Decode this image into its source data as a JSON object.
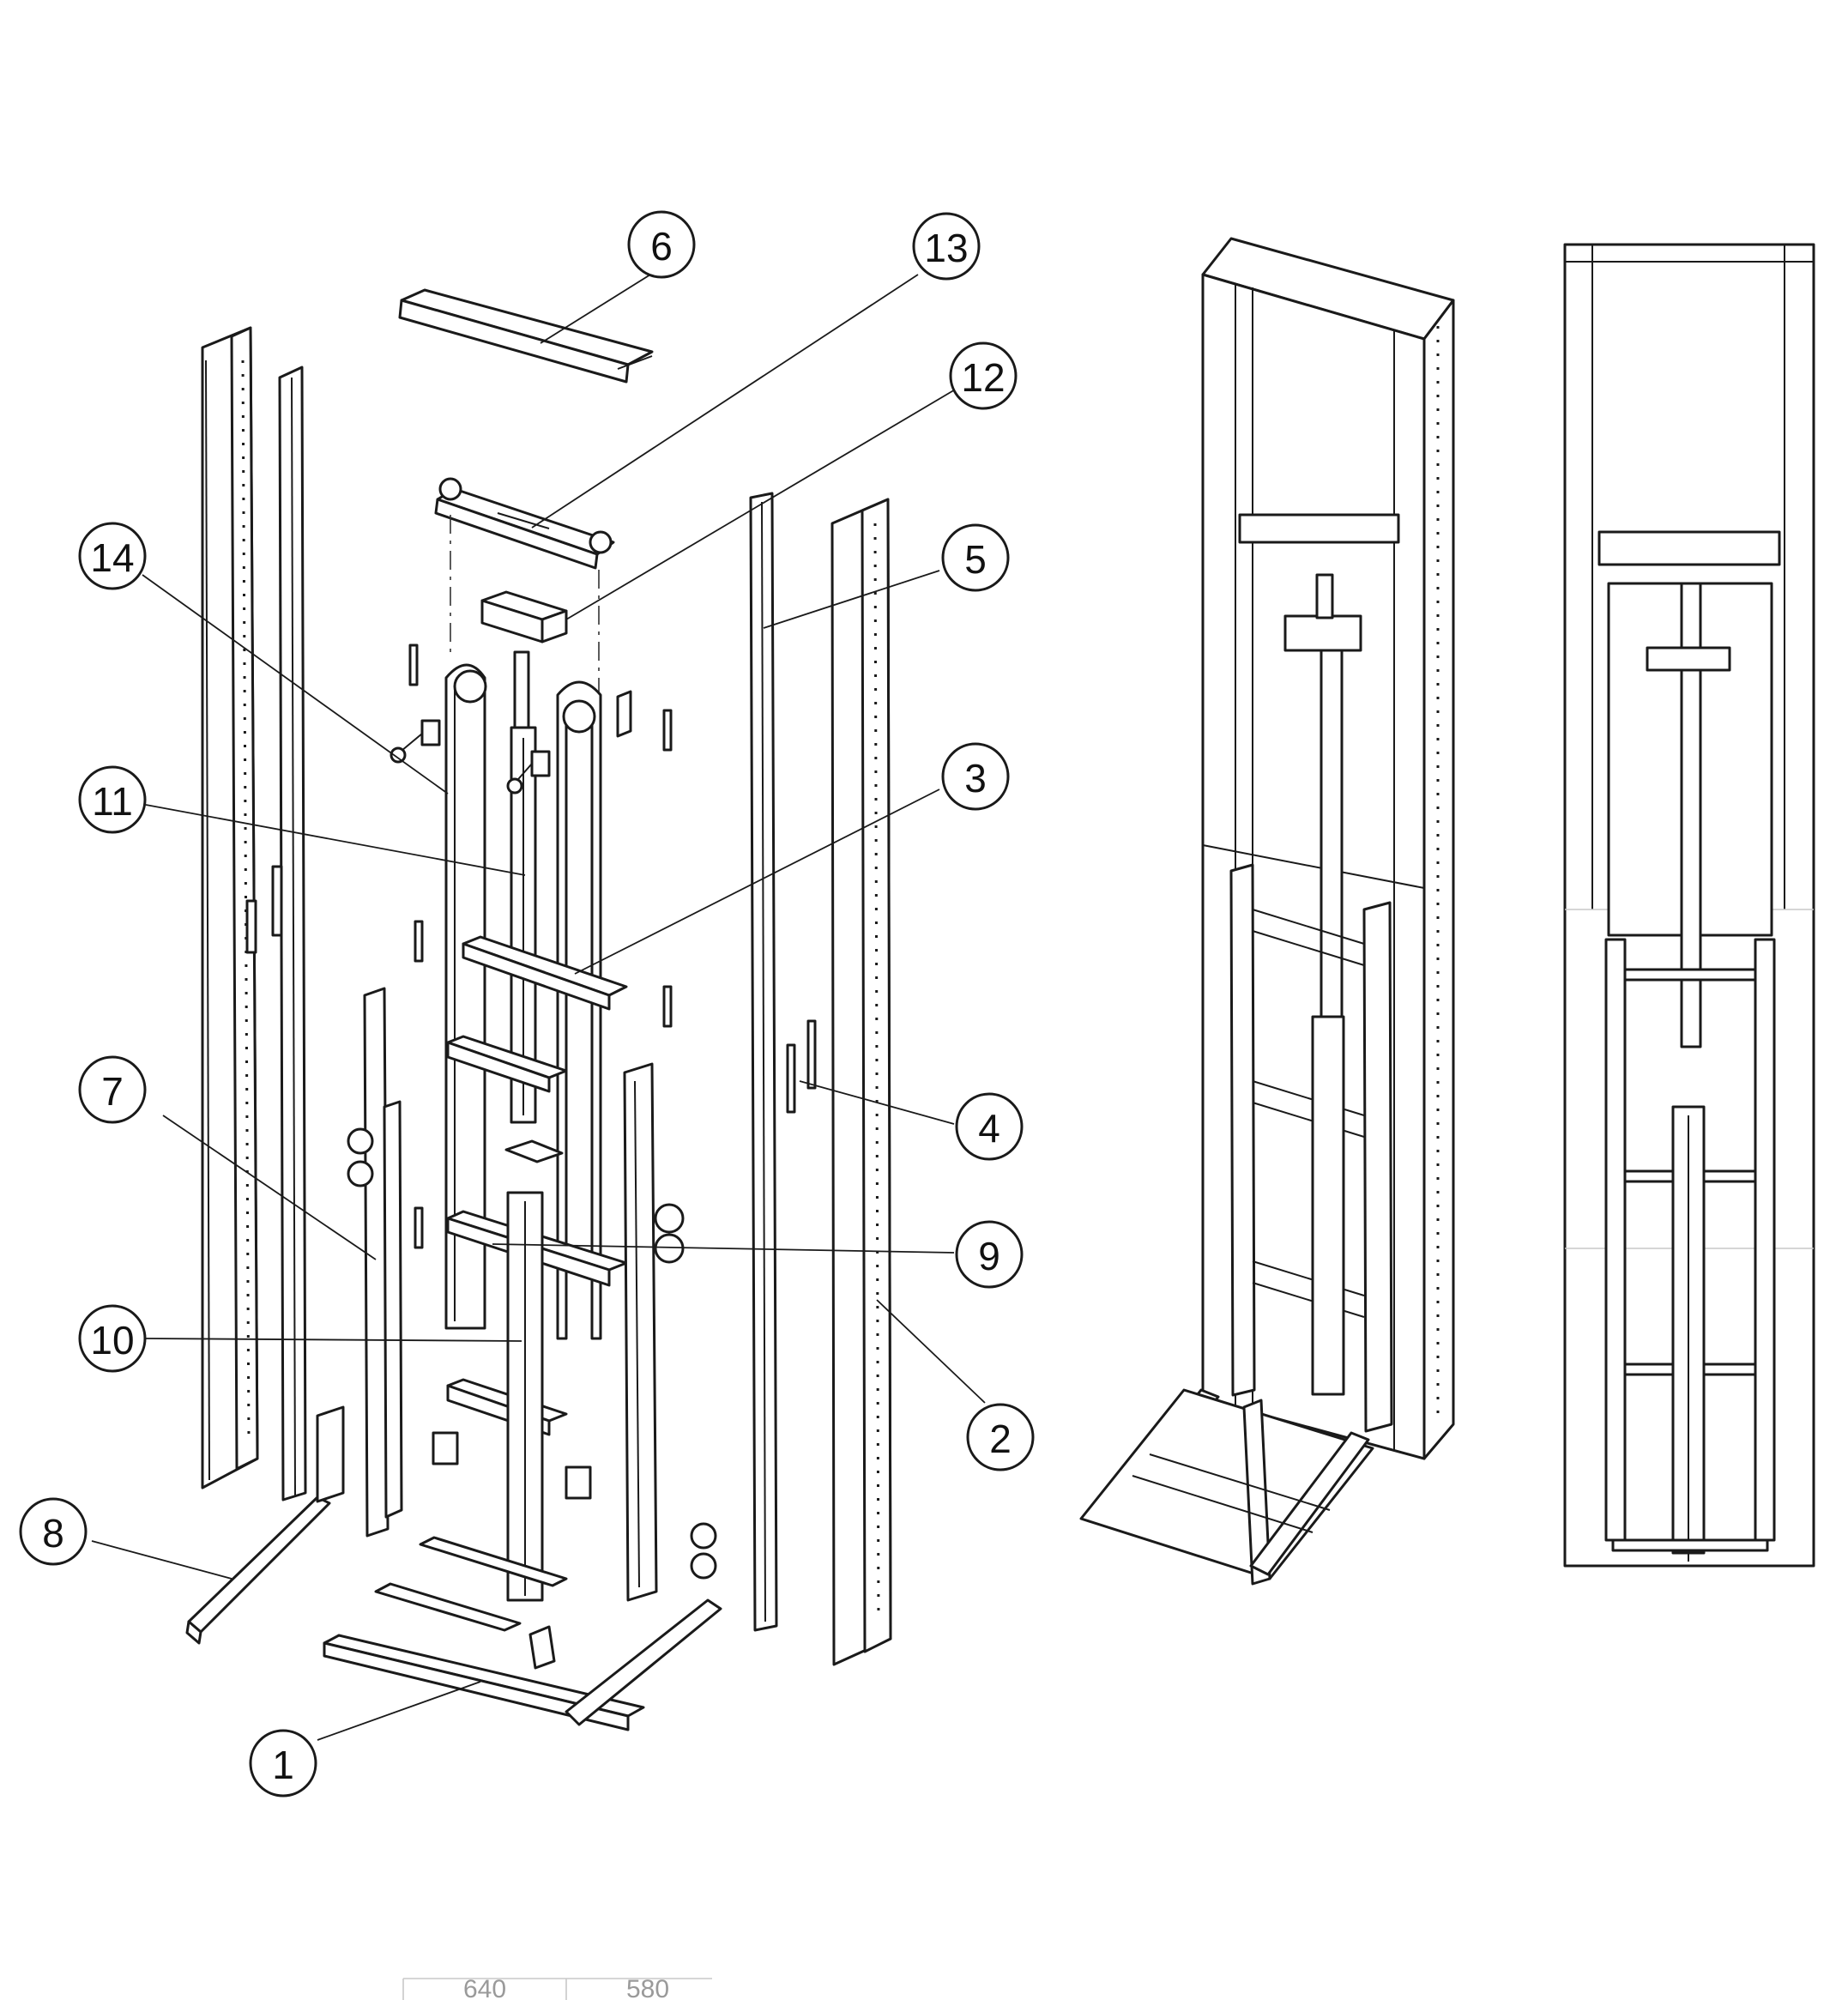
{
  "callouts": [
    {
      "label": "1"
    },
    {
      "label": "2"
    },
    {
      "label": "3"
    },
    {
      "label": "4"
    },
    {
      "label": "5"
    },
    {
      "label": "6"
    },
    {
      "label": "7"
    },
    {
      "label": "8"
    },
    {
      "label": "9"
    },
    {
      "label": "10"
    },
    {
      "label": "11"
    },
    {
      "label": "12"
    },
    {
      "label": "13"
    },
    {
      "label": "14"
    }
  ],
  "table_fragment": {
    "value_1": "640",
    "value_2": "580"
  }
}
